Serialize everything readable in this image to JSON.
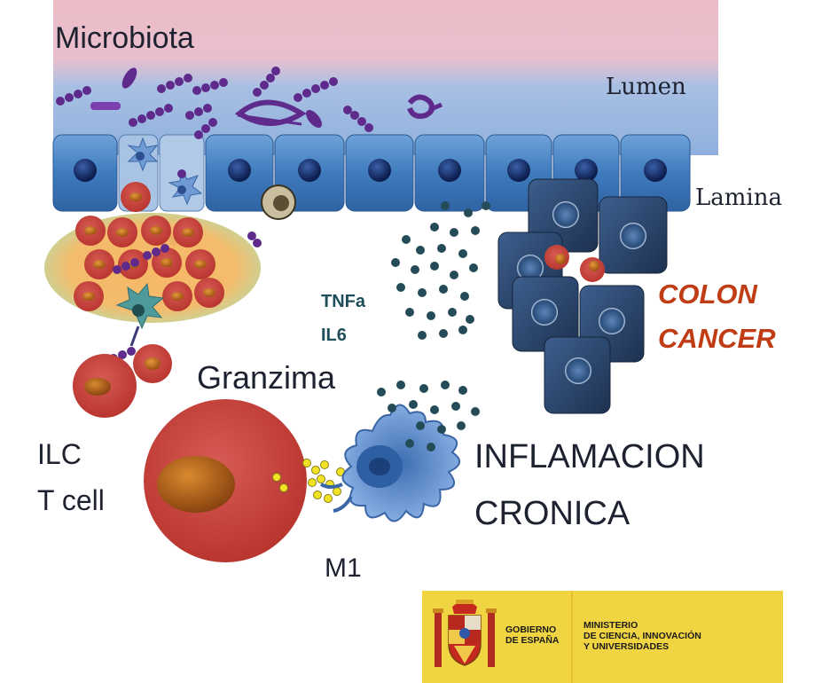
{
  "labels": {
    "microbiota": "Microbiota",
    "lumen": "Lumen",
    "lamina": "Lamina",
    "tnfa": "TNFa",
    "il6": "IL6",
    "granzima": "Granzima",
    "colon_cancer_line1": "COLON",
    "colon_cancer_line2": "CANCER",
    "ilc": "ILC",
    "t_cell": "T cell",
    "inflamacion_line1": "INFLAMACION",
    "inflamacion_line2": "CRONICA",
    "m1": "M1"
  },
  "logo": {
    "gobierno": "GOBIERNO\nDE ESPAÑA",
    "ministerio": "MINISTERIO\nDE CIENCIA, INNOVACIÓN\nY UNIVERSIDADES"
  },
  "colors": {
    "lumen_pink": "#ecbcc6",
    "lumen_blue": "#9ab7e0",
    "epithelial_cell": "#4d86c6",
    "nucleus": "#0f2358",
    "bacteria": "#5e2a8c",
    "tumor_cell": "#2c4668",
    "red_cell": "#c6433d",
    "cytokine_dot": "#244c58",
    "macrophage": "#5f8ed0",
    "granzyme": "#f2e226",
    "colon_cancer_text": "#c03c14",
    "logo_yellow": "#f1d441"
  },
  "icons": [
    "epithelial-cell-icon",
    "bacteria-icon",
    "tumor-cell-icon",
    "macrophage-icon",
    "t-cell-icon",
    "dendritic-cell-icon",
    "cytokine-dot-icon",
    "coat-of-arms-icon"
  ]
}
